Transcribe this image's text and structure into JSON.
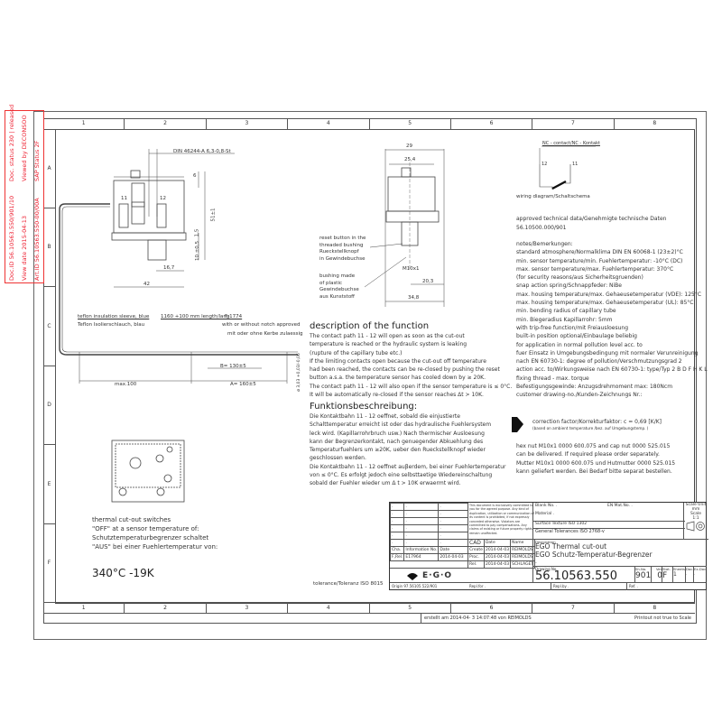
{
  "stamp": {
    "line1": "Doc.ID 56.10563.550/901/10",
    "line2": "Doc. status 230 | released",
    "line3": "View date 2015-04-13",
    "line4": "Viewed by DECONSOO",
    "line5": "Art.ID 56.10563.550-00/00A",
    "line6": "SAP Status 2F"
  },
  "grid": {
    "columns": [
      "1",
      "2",
      "3",
      "4",
      "5",
      "6",
      "7",
      "8"
    ],
    "rows": [
      "A",
      "B",
      "C",
      "D",
      "E",
      "F"
    ]
  },
  "front_view": {
    "din_label": "DIN 46244-A 6,3-0,8-St",
    "terminal_11": "11",
    "terminal_12": "12",
    "dim_6": "6",
    "dim_51": "51±1",
    "dim_1_5": "1,5",
    "dim_10": "10 ±0,5",
    "dim_16_7": "16,7",
    "dim_42": "42"
  },
  "side_view": {
    "dim_29": "29",
    "dim_25_4": "25,4",
    "reset_button": [
      "reset button in the",
      "threaded bushing",
      "Rueckstellknopf",
      "in Gewindebuchse"
    ],
    "bushing": [
      "bushing made",
      "of plastic",
      "Gewindebuchse",
      "aus Kunststoff"
    ],
    "thread": "M10x1",
    "dim_20_3": "20,3",
    "dim_34_8": "34,8"
  },
  "capillary": {
    "sleeve_en": "teflon insulation sleeve, blue",
    "sleeve_de": "Teflon Isolierschlauch, blau",
    "length": "1160 +100 mm length/lang",
    "part": "F-1774",
    "notch_en": "with or without notch approved",
    "notch_de": "mit oder ohne Kerbe zulaessig",
    "dim_max100": "max.100",
    "dim_b": "B= 130±5",
    "dim_a": "A= 160±5",
    "dim_dia": "ø 3,03 +0,03/-0,06"
  },
  "wiring": {
    "nc_label": "NC - contact/NC - Kontakt",
    "t12": "12",
    "t11": "11",
    "caption": "wiring diagram/Schaltschema"
  },
  "description": {
    "title": "description of the function",
    "lines": [
      "The contact path 11 - 12 will open as soon as the cut-out",
      "temperature is reached or the hydraulic system is leaking",
      "(rupture of the capillary tube etc.)",
      "If the limiting contacts open because the cut-out off temperature",
      "had been reached, the contacts can be re-closed by pushing the reset",
      "button a.s.a. the temperature sensor has cooled down by ≥ 20K.",
      "The contact path 11 - 12 will also open if the sensor temperature is ≤ 0°C.",
      "It will be automatically re-closed if the sensor reaches Δt > 10K."
    ],
    "title_de": "Funktionsbeschreibung:",
    "lines_de": [
      "Die Kontaktbahn 11 - 12 oeffnet, sobald die einjustierte",
      "Schalttemperatur erreicht ist oder das hydraulische Fuehlersystem",
      "leck wird. (Kapillarrohrbruch usw.) Nach thermischer Ausloesung",
      "kann der Begrenzerkontakt, nach genuegender Abkuehlung des",
      "Temperaturfuehlers um ≥20K, ueber den Rueckstellknopf wieder",
      "geschlossen werden.",
      "Die Kontaktbahn 11 - 12 oeffnet auβerdem, bei einer Fuehlertemperatur",
      "von ≤ 0°C. Es erfolgt jedoch eine selbsttaetige Wiedereinschaltung",
      "sobald der Fuehler wieder um Δ t > 10K erwaermt wird."
    ]
  },
  "notes": {
    "approved": "approved technical data/Genehmigte technische Daten",
    "approved_no": "56.10500.000/901",
    "lines": [
      "notes/Bemerkungen:",
      "standard atmosphere/Normalklima DIN EN 60068-1 (23±2)°C",
      "min. sensor temperature/min. Fuehlertemperatur: -10°C (DC)",
      "max. sensor temperature/max. Fuehlertemperatur:  370°C",
      "(for security reasons/aus Sicherheitsgruenden)",
      "snap action spring/Schnappfeder: NiBe",
      "max. housing temperature/max. Gehaeusetemperatur (VDE):     125°C",
      "max. housing temperature/max. Gehaeusetemperatur (UL):        85°C",
      "min. bending radius of capillary tube",
      "min. Biegeradius Kapillarrohr: 5mm",
      "with trip-free function/mit Freiausloesung",
      "built-in position optional/Einbaulage beliebig",
      "for application in normal pollution level acc. to",
      "fuer Einsatz in Umgebungsbedingung mit normaler Verunreinigung",
      "nach EN 60730-1: degree of pollution/Verschmutzungsgrad 2",
      "action acc. to/Wirkungsweise nach EN 60730-1: type/Typ 2 B D F H K L",
      "fixing thread - max. torque",
      "Befestigungsgewinde: Anzugsdrehmoment max: 180Ncm",
      "customer drawing-no./Kunden-Zeichnungs Nr.:"
    ],
    "correction": "correction factor/Korrekturfaktor: c = 0,69 [K/K]",
    "correction_sub": "(based on ambient temperature /bez. auf Umgebungstemp. )",
    "hex_lines": [
      "hex nut M10x1 0000 600.075 and cap nut 0000 525.015",
      "can be delivered. If required please order separately.",
      "Mutter M10x1 0000 600.075 und Hutmutter 0000 525.015",
      "kann geliefert werden. Bei Bedarf bitte separat bestellen."
    ]
  },
  "switch_text": {
    "lines": [
      "thermal cut-out switches",
      "\"OFF\" at a sensor temperature of:",
      "Schutztemperaturbegrenzer schaltet",
      "\"AUS\" bei einer Fuehlertemperatur von:"
    ],
    "value": "340°C  -19K"
  },
  "tolerance": "tolerance/Toleranz ISO 8015",
  "title_block": {
    "legal": "This document is exclusively committed to you for the agreed purpose. Any kind of duplication, utilization or communication of its content is prohibited, if not expressly conceded otherwise. Violators are committed to pay compensations. Any claims of existing or future property rights remain unaffected.",
    "cad": "CAD",
    "hdr_date": "Date",
    "hdr_name": "Name",
    "create": "Create",
    "create_date": "2014-04-03",
    "create_name": "REIMOLDS",
    "proc": "Proc.",
    "proc_date": "2014-04-03",
    "proc_name": "REIMOLDS",
    "rel": "Rel.",
    "rel_date": "2014-04-03",
    "rel_name": "SCHLAGET",
    "cha": "Cha.",
    "info_no": "Information No.",
    "date": "Date",
    "rev_mark": "F,Rel.",
    "rev_info": "E17964",
    "rev_date": "2014-04-03",
    "logo": "E·G·O",
    "blank_no": "Blank No.  .",
    "en_mat": "EN Mat.No.  .",
    "material": "Material    .",
    "scale_unit": "Scale Unit",
    "scale_unit_val": "mm",
    "scale": "Scale",
    "scale_val": "1:1",
    "surface": "Surface Texture ISO 1302",
    "gen_tol": "General Tolerances  ISO  2768-v",
    "designation": "Designation",
    "des1": "EGO Thermal cut-out",
    "des2": "EGO Schutz-Temperatur-Begrenzer",
    "des3": ".",
    "drawing_no_lbl": "Drawing No.",
    "drawing_no": "56.10563.550",
    "sh_no_lbl": "Sh.No.",
    "sh_no": "901",
    "ver_lbl": "Ver.",
    "ver": "0",
    "stat_lbl": "Stat.",
    "stat": "F",
    "sheets_lbl": "Sheets",
    "sheets": "1",
    "doc_lbl": "Doc.",
    "doc": ".",
    "exdoc_lbl": "Ex.Doc.",
    "exdoc": ".",
    "origin": "Origin 97.56105.522/901",
    "repl_for": "Repl.for .",
    "repl_by": "Repl.by .",
    "ref": "Ref.    ."
  },
  "footer": {
    "created": "erstellt am 2014-04- 3 14:07:48 von REIMOLDS",
    "printout": "Printout not true to Scale"
  }
}
